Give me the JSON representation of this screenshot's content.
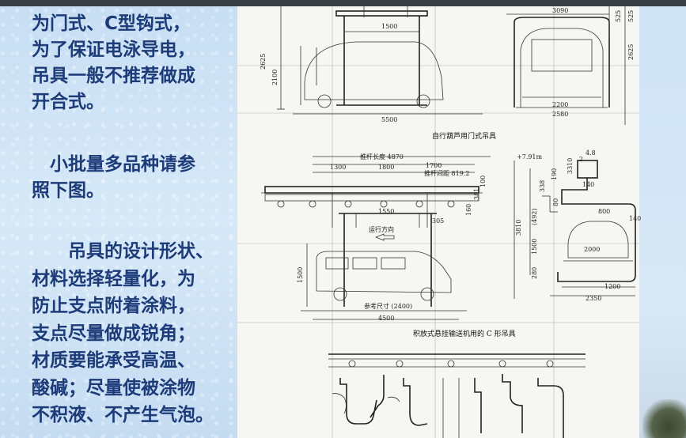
{
  "text": {
    "p1": "为门式、C型钩式，\n为了保证电泳导电，\n吊具一般不推荐做成\n开合式。",
    "p2": "　小批量多品种请参\n照下图。",
    "p3": "　　吊具的设计形状、\n材料选择轻量化，为\n防止支点附着涂料，\n支点尽量做成锐角；\n材质要能承受高温、\n酸碱；尽量使被涂物\n不积液、不产生气泡。"
  },
  "drawing": {
    "caption_top": "自行葫芦用门式吊具",
    "caption_bottom": "积放式悬挂输送机用的 C 形吊具",
    "direction_label": "运行方向",
    "reference_label": "参考尺寸 (2400)",
    "pusher_length": "推杆长度 4870",
    "pusher_spacing": "推杆间距 819.2",
    "elevation": "+7.91m",
    "dims": {
      "d3090": "3090",
      "d525a": "525",
      "d525b": "525",
      "d2625a": "2625",
      "d2625b": "2625",
      "d2100": "2100",
      "d1500a": "1500",
      "d5500": "5500",
      "d2200": "2200",
      "d2580": "2580",
      "d1300": "1300",
      "d1800": "1800",
      "d1700": "1700",
      "d1550": "1550",
      "d305": "305",
      "d160": "160",
      "d381": "381",
      "d100": "100",
      "d1500b": "1500",
      "d4500": "4500",
      "d48": "4.8",
      "d3310": "3310",
      "d2": "2",
      "d338": "338",
      "d190": "190",
      "d140a": "140",
      "d80": "80",
      "d492": "(492)",
      "d3810": "3810",
      "d1500c": "1500",
      "d280": "280",
      "d800": "800",
      "d2000": "2000",
      "d140b": "140",
      "d1200": "1200",
      "d2350": "2350"
    }
  }
}
